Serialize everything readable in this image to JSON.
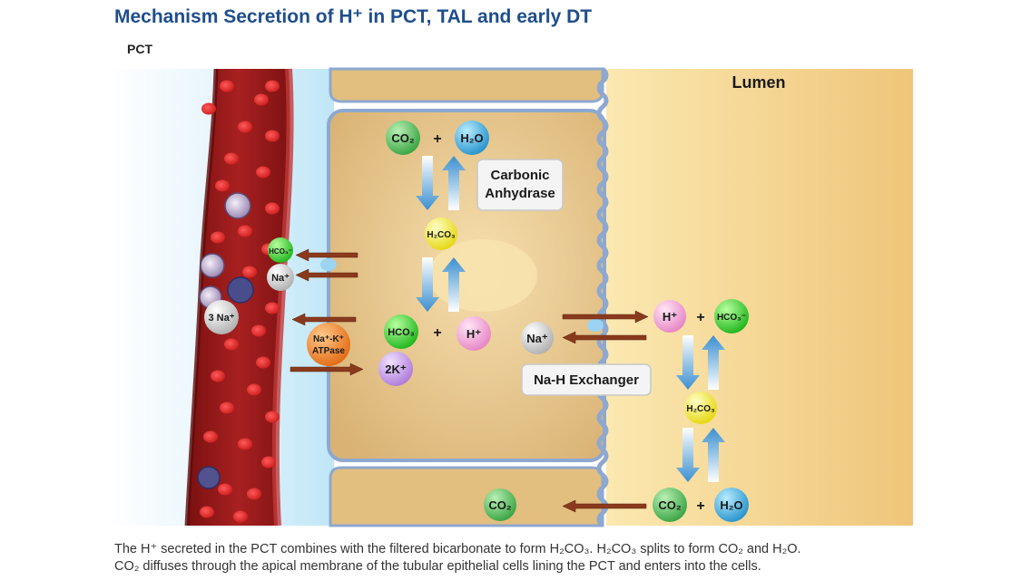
{
  "title": "Mechanism Secretion of H⁺ in PCT, TAL and early DT",
  "subtitle": "PCT",
  "lumen_label": "Lumen",
  "carbonic_anhydrase": [
    "Carbonic",
    "Anhydrase"
  ],
  "exchanger_label": "Na-H Exchanger",
  "atpase_label": [
    "Na⁺-K⁺",
    "ATPase"
  ],
  "molecules": {
    "co2": "CO₂",
    "h2o": "H₂O",
    "h2co3": "H₂CO₃",
    "hco3": "HCO₃",
    "hco3_minus": "HCO₃⁻",
    "h_plus": "H⁺",
    "na_plus": "Na⁺",
    "three_na": "3 Na⁺",
    "two_k": "2K⁺",
    "plus": "+"
  },
  "caption": [
    "The H⁺ secreted in the PCT combines with the filtered bicarbonate to form H₂CO₃. H₂CO₃ splits to form CO₂ and H₂O.",
    "CO₂ diffuses through the apical membrane of the tubular epithelial cells lining the PCT and enters into the cells."
  ],
  "colors": {
    "title": "#1f4e8c",
    "co2": "#4cbf5a",
    "h2o": "#39b4e6",
    "h2co3": "#f3ef1e",
    "hco3": "#2fd32b",
    "h_plus": "#f2a6d6",
    "na_plus": "#cfcfcf",
    "two_k": "#c79be6",
    "atpase": "#f07a10",
    "lumen": "#f7d78e",
    "cell": "#e7c88e",
    "interstitium": "#d8f0fb",
    "vessel": "#9b1b1b"
  }
}
